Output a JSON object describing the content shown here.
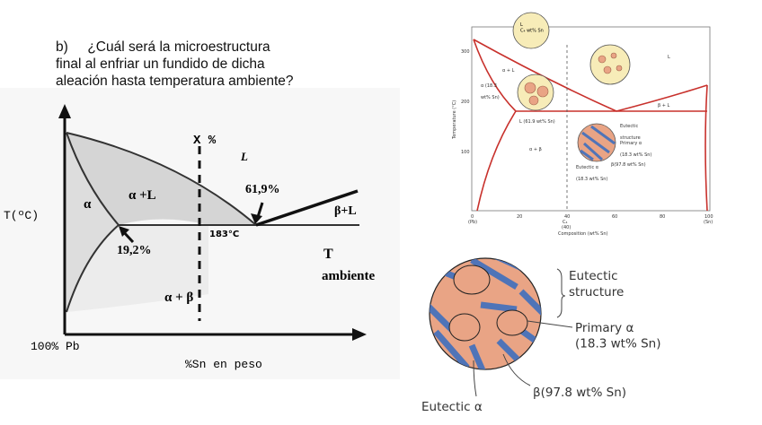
{
  "question": {
    "item": "b)",
    "text": "¿Cuál será la microestructura\nfinal al enfriar un fundido de dicha\naleación hasta temperatura ambiente?"
  },
  "left_diagram": {
    "y_axis_label": "T(ºC)",
    "x_origin_label": "100% Pb",
    "x_axis_label": "%Sn en peso",
    "composition_marker": "X %",
    "liquid_label": "L",
    "alpha_label": "α",
    "alpha_liquid_label": "α +L",
    "beta_liquid_label": "β+L",
    "alpha_beta_label": "α + β",
    "eutectic_composition": "61,9%",
    "alpha_solubility": "19,2%",
    "eutectic_temperature": "183°C",
    "ambient_label_1": "T",
    "ambient_label_2": "ambiente"
  },
  "right_diagram": {
    "y_label": "Temperature (°C)",
    "x_label": "Composition (wt% Sn)",
    "y_ticks": [
      "300",
      "200",
      "100"
    ],
    "x_ticks": [
      "0",
      "20",
      "40",
      "60",
      "80",
      "100"
    ],
    "x_tick_pb": "(Pb)",
    "x_tick_sn": "(Sn)",
    "c4_label": "C₄",
    "c4_value": "(40)",
    "bubble_top": "L\nC₄ wt% Sn",
    "region_L": "L",
    "region_alpha_L": "α + L",
    "region_beta_L": "β + L",
    "region_alpha_beta": "α + β",
    "alpha_18": "α (18.3\nwt% Sn)",
    "liquid_61": "L (61.9 wt% Sn)",
    "eutectic_structure_small": "Eutectic\nstructure",
    "primary_alpha_small": "Primary α\n(18.3 wt% Sn)",
    "beta_97_small": "β(97.8 wt% Sn)",
    "eutectic_alpha_small": "Eutectic α\n(18.3 wt% Sn)"
  },
  "micro_legend": {
    "eutectic_structure": "Eutectic\nstructure",
    "primary_alpha": "Primary α\n(18.3 wt% Sn)",
    "beta": "β(97.8 wt% Sn)",
    "eutectic_alpha": "Eutectic α"
  },
  "colors": {
    "boundary_red": "#c8312c",
    "grain_salmon": "#e9a485",
    "lamella_blue": "#4f74b8",
    "bubble_yellow": "#f7ecb8",
    "region_gray": "#c9c9c9"
  }
}
